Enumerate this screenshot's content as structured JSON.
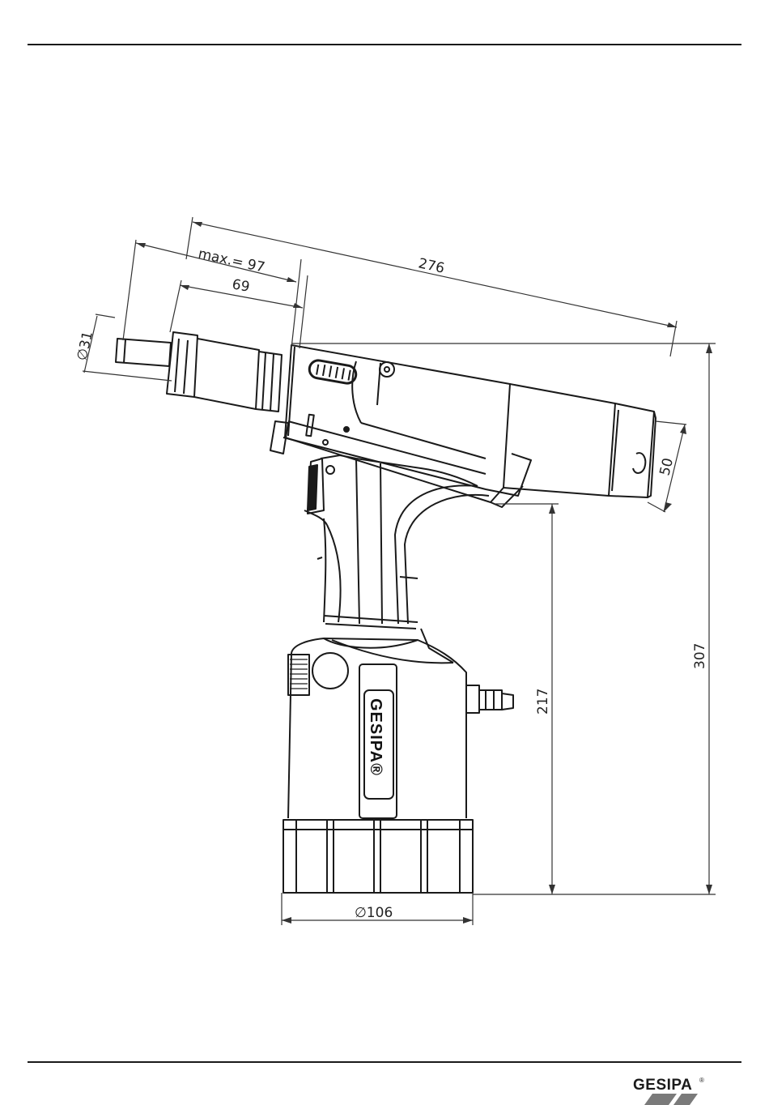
{
  "dimensions": {
    "overall_length": "276",
    "max_stroke": "max.= 97",
    "nose_length": "69",
    "nose_diameter": "∅31",
    "rear_height": "50",
    "total_height": "307",
    "grip_height": "217",
    "base_diameter": "∅106"
  },
  "brand": {
    "name": "GESIPA",
    "reg_mark": "®",
    "panel_text": "GESIPA®"
  },
  "colors": {
    "line": "#1a1a1a",
    "dim_line": "#333333",
    "background": "#ffffff"
  }
}
